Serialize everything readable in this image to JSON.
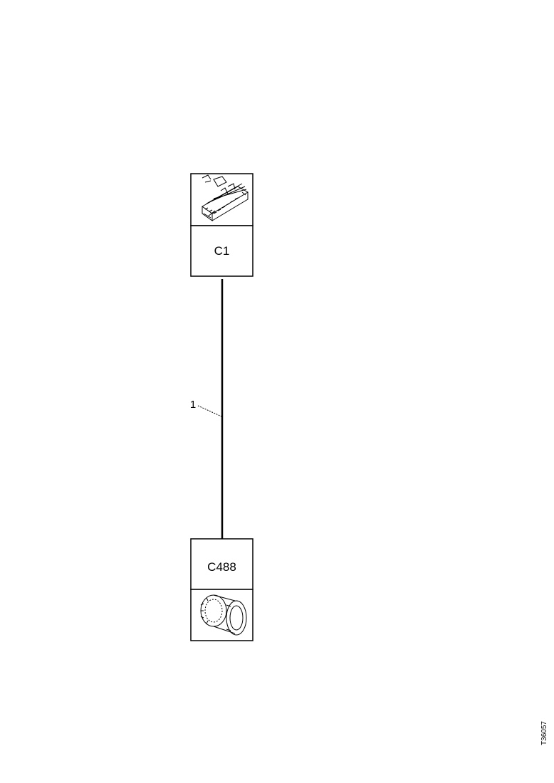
{
  "connectors": {
    "top": {
      "id": "C1",
      "icon": "connector-block-icon"
    },
    "bottom": {
      "id": "C488",
      "icon": "round-connector-icon"
    }
  },
  "harness": {
    "callout": "1"
  },
  "reference": "T36057"
}
